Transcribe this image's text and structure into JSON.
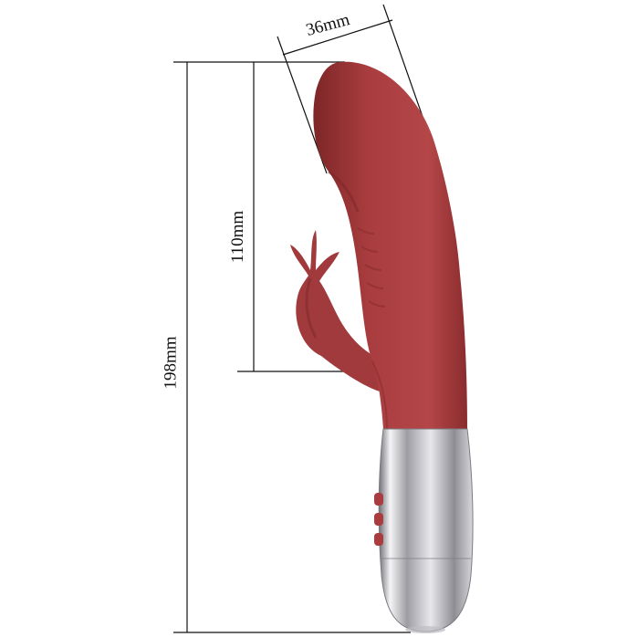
{
  "dimensions": {
    "width_label": "36mm",
    "insertable_label": "110mm",
    "total_label": "198mm"
  },
  "colors": {
    "body": "#a83c3e",
    "body_shade": "#7e2628",
    "chrome_light": "#f4f4f6",
    "chrome_dark": "#8d8d93",
    "line": "#111111"
  }
}
